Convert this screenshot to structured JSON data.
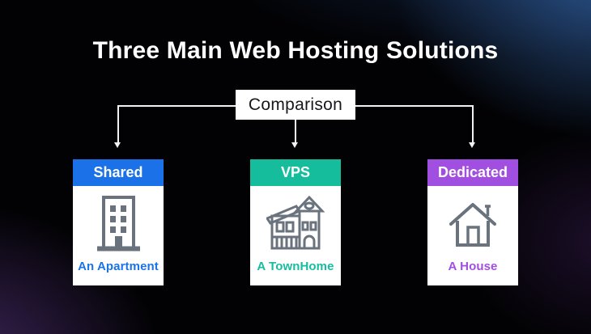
{
  "title": "Three Main Web Hosting Solutions",
  "comparison": {
    "label": "Comparison"
  },
  "cards": [
    {
      "id": "shared",
      "header": "Shared",
      "label": "An Apartment",
      "icon": "apartment-icon",
      "accent": "#1A71E8"
    },
    {
      "id": "vps",
      "header": "VPS",
      "label": "A TownHome",
      "icon": "townhome-icon",
      "accent": "#15BD9C"
    },
    {
      "id": "dedicated",
      "header": "Dedicated",
      "label": "A House",
      "icon": "house-icon",
      "accent": "#A14FE0"
    }
  ],
  "colors": {
    "background_base": "#020204",
    "glow_top_right_blue": "#305E9E",
    "glow_bottom_left_purple": "#683E98",
    "card_background": "#FFFFFF",
    "shared_accent": "#1A71E8",
    "vps_accent": "#15BD9C",
    "dedicated_accent": "#A14FE0",
    "icon_gray": "#6A737D",
    "connector_line": "#F2F2F2",
    "title_text": "#FFFFFF",
    "comparison_text": "#17171C"
  }
}
